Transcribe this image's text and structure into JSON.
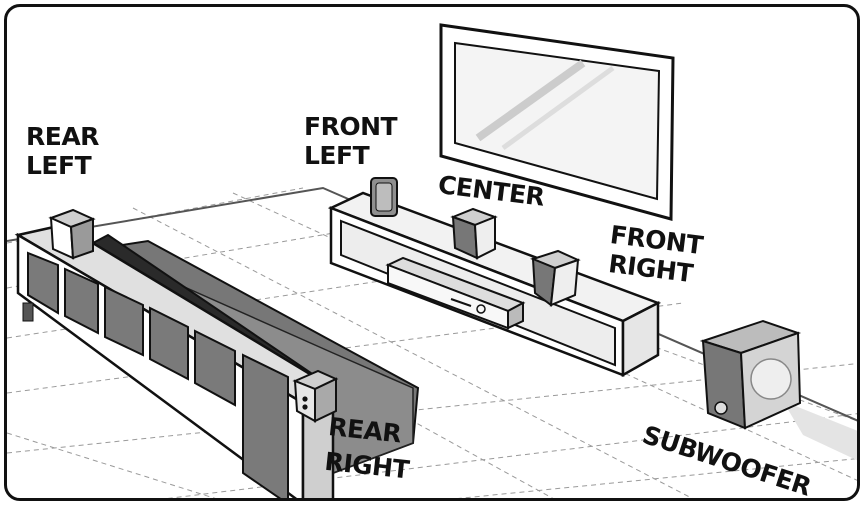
{
  "labels": {
    "rear_left": [
      "REAR",
      "LEFT"
    ],
    "front_left": [
      "FRONT",
      "LEFT"
    ],
    "center": "CENTER",
    "front_right": [
      "FRONT",
      "RIGHT"
    ],
    "rear_right": [
      "REAR",
      "RIGHT"
    ],
    "subwoofer": "SUBWOOFER"
  },
  "icons": [
    "tv-icon",
    "sofa-icon",
    "tv-stand-icon",
    "disc-player-icon",
    "speaker-icon",
    "subwoofer-icon"
  ],
  "colors": {
    "outline": "#111111",
    "floor_line": "#9a9a9a",
    "grey_fill": "#8c8c8c",
    "light_fill": "#d6d6d6"
  }
}
